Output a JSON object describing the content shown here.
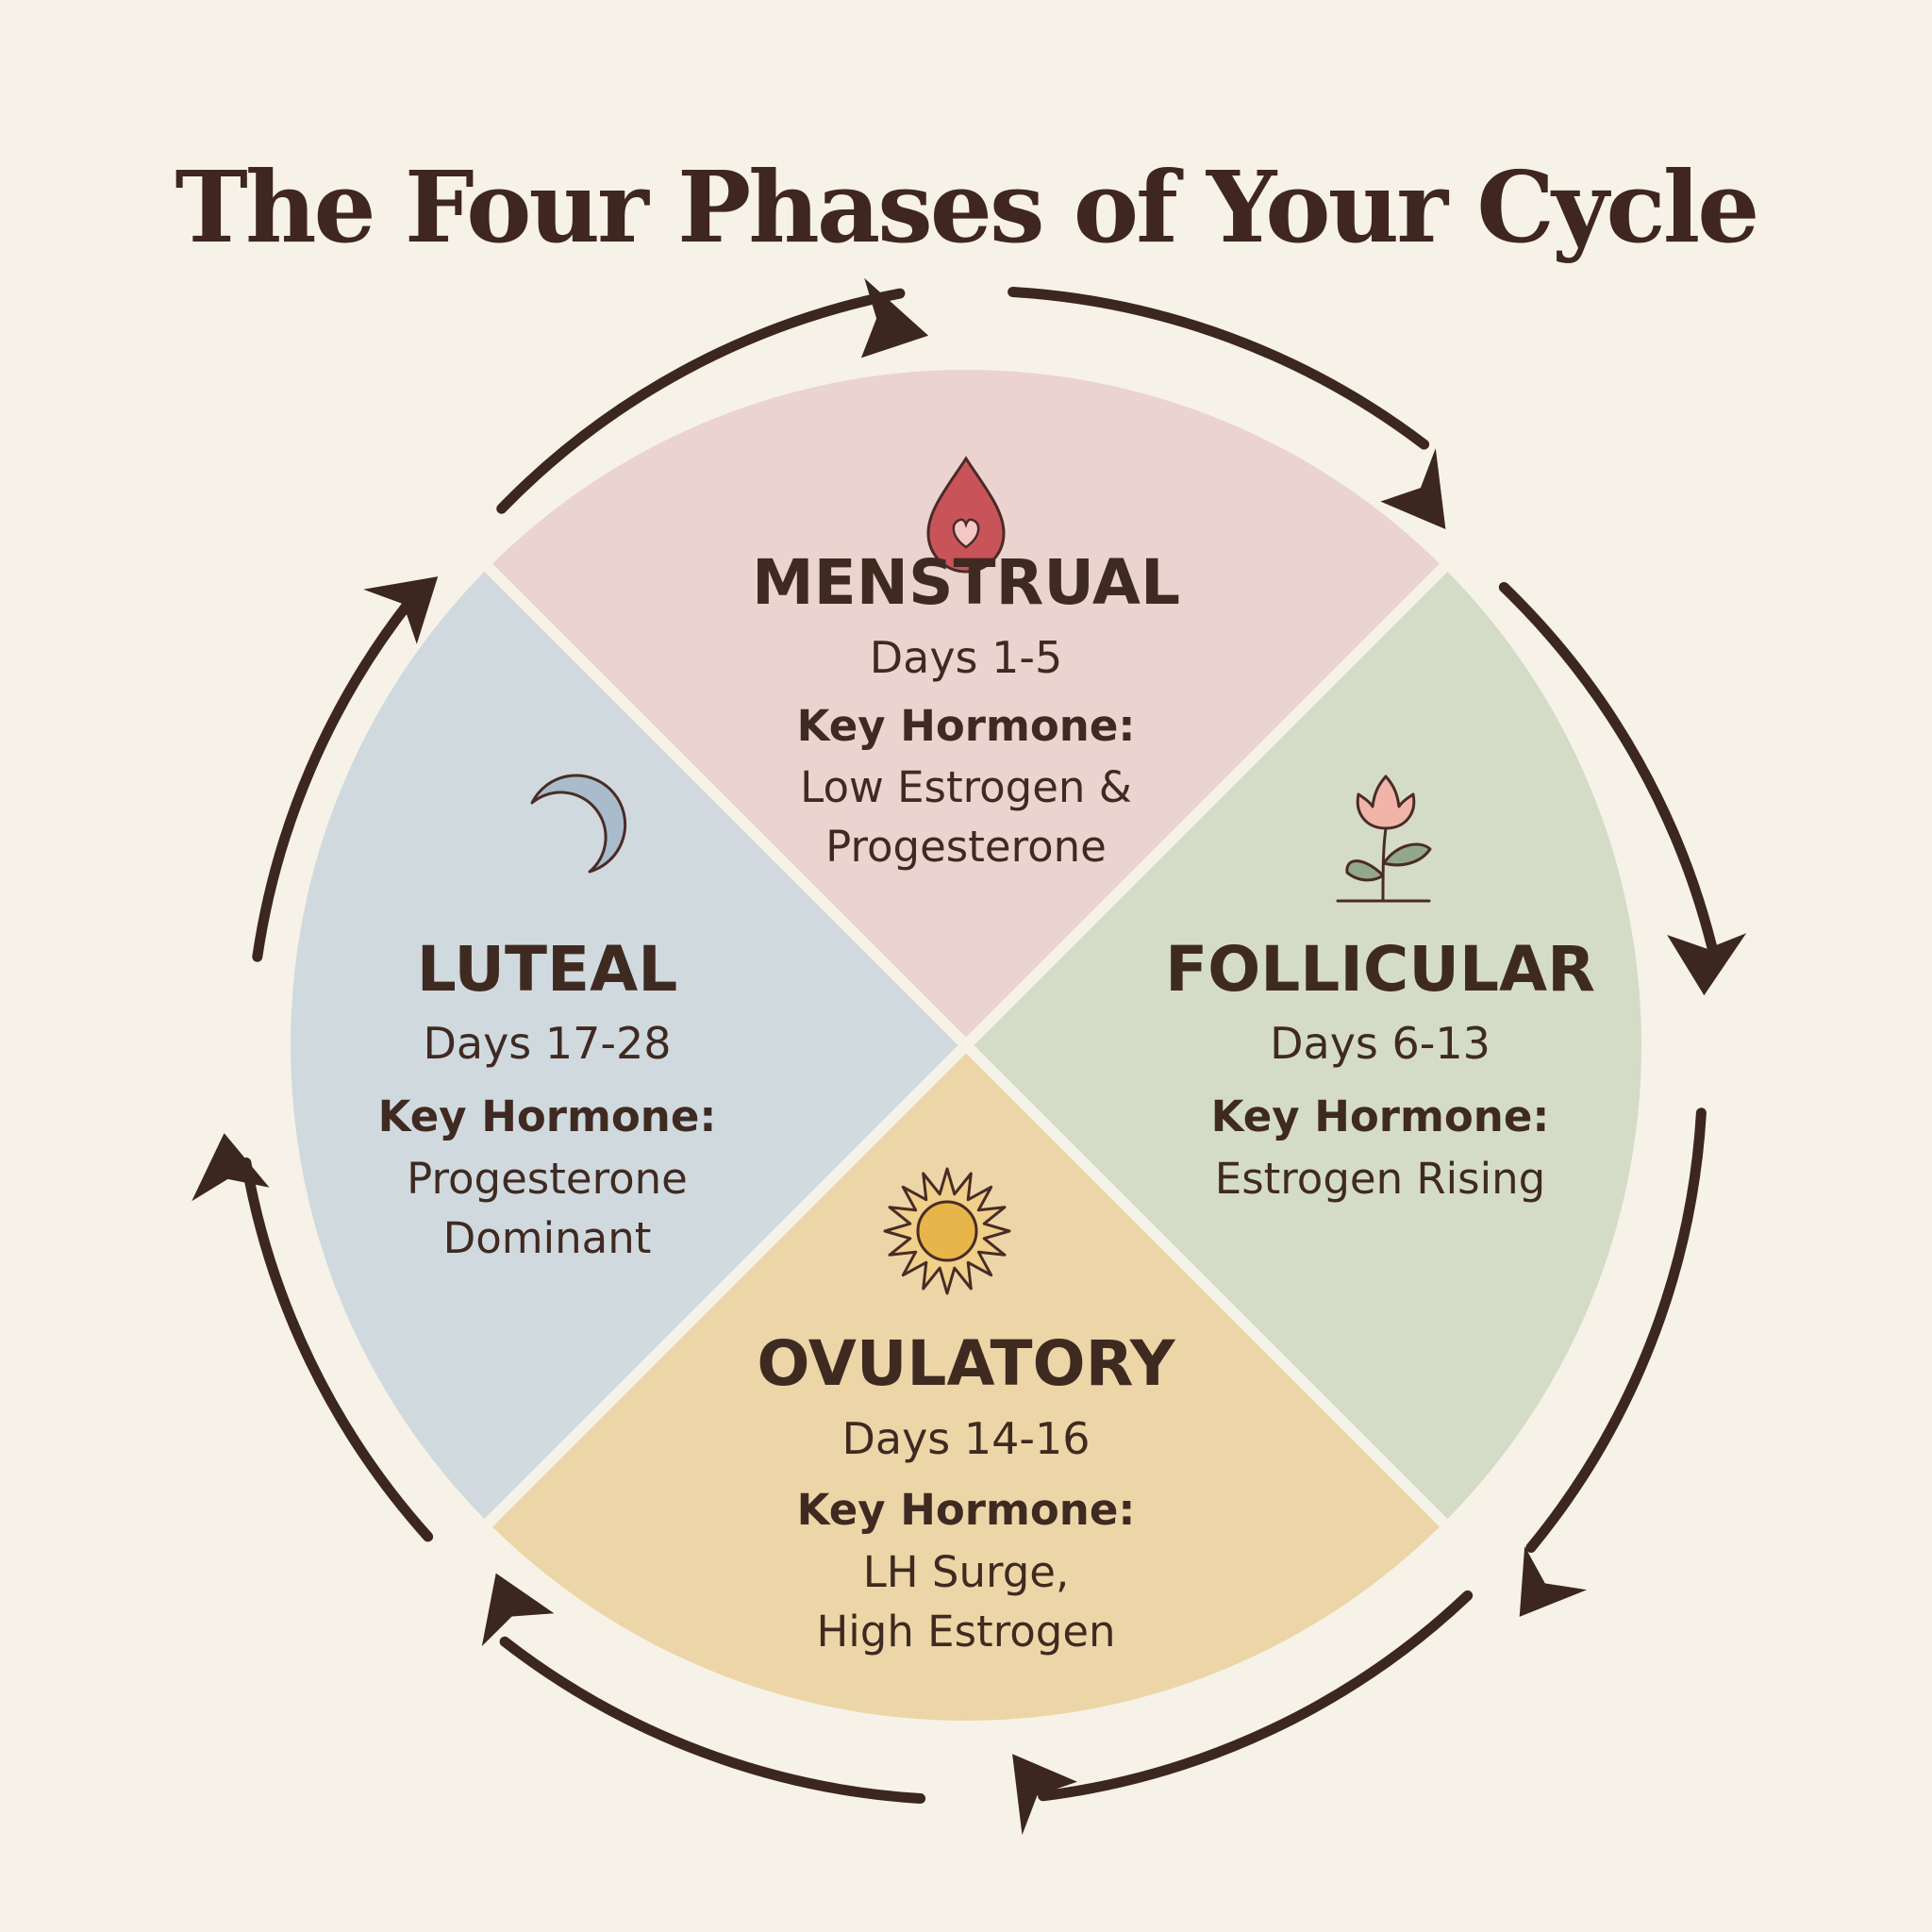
{
  "title": "The Four Phases of Your Cycle",
  "colors": {
    "background": "#f7f2e8",
    "text": "#3f2a22",
    "arrow": "#3c2620",
    "separator": "#f7f2e8",
    "menstrual": "#ebd3cf",
    "follicular": "#d4dcc7",
    "ovulatory": "#ecd6a7",
    "luteal": "#d0dade"
  },
  "phases": {
    "menstrual": {
      "name": "MENSTRUAL",
      "days": "Days 1-5",
      "key_label": "Key Hormone:",
      "hormone_line1": "Low Estrogen &",
      "hormone_line2": "Progesterone",
      "icon": "blood-drop-heart-icon"
    },
    "follicular": {
      "name": "FOLLICULAR",
      "days": "Days 6-13",
      "key_label": "Key Hormone:",
      "hormone_line1": "Estrogen Rising",
      "icon": "tulip-flower-icon"
    },
    "ovulatory": {
      "name": "OVULATORY",
      "days": "Days 14-16",
      "key_label": "Key Hormone:",
      "hormone_line1": "LH Surge,",
      "hormone_line2": "High Estrogen",
      "icon": "sun-icon"
    },
    "luteal": {
      "name": "LUTEAL",
      "days": "Days 17-28",
      "key_label": "Key Hormone:",
      "hormone_line1": "Progesterone",
      "hormone_line2": "Dominant",
      "icon": "crescent-moon-icon"
    }
  }
}
